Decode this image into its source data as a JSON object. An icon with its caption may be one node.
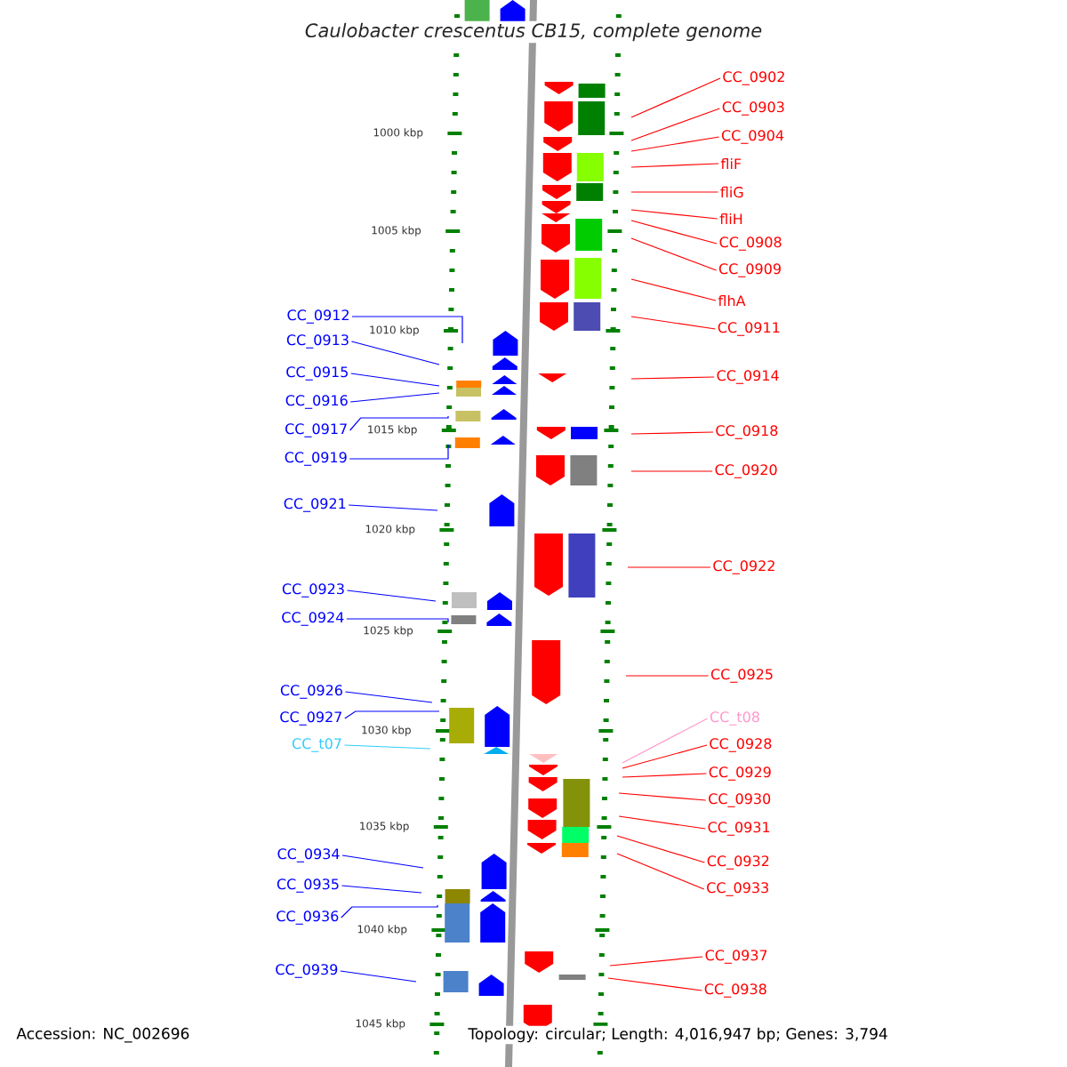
{
  "diagram": {
    "title": "Caulobacter crescentus CB15, complete genome",
    "nodes": [
      {
        "text": [
          "CC_0902"
        ]
      },
      {
        "text": [
          "CC_0903"
        ]
      },
      {
        "text": [
          "CC_0904"
        ]
      },
      {
        "text": [
          "fliF"
        ]
      },
      {
        "text": [
          "fliG"
        ]
      },
      {
        "text": [
          "fliH"
        ]
      },
      {
        "text": [
          "CC_0908"
        ]
      },
      {
        "text": [
          "CC_0909"
        ]
      },
      {
        "text": [
          "flhA"
        ]
      },
      {
        "text": [
          "CC_0911"
        ]
      },
      {
        "text": [
          "CC_0912"
        ]
      },
      {
        "text": [
          "CC_0913"
        ]
      },
      {
        "text": [
          "CC_0914"
        ]
      },
      {
        "text": [
          "CC_0915"
        ]
      },
      {
        "text": [
          "CC_0916"
        ]
      },
      {
        "text": [
          "CC_0917"
        ]
      },
      {
        "text": [
          "CC_0918"
        ]
      },
      {
        "text": [
          "CC_0919"
        ]
      },
      {
        "text": [
          "CC_0920"
        ]
      },
      {
        "text": [
          "CC_0921"
        ]
      },
      {
        "text": [
          "CC_0922"
        ]
      },
      {
        "text": [
          "CC_0923"
        ]
      },
      {
        "text": [
          "CC_0924"
        ]
      },
      {
        "text": [
          "CC_0925"
        ]
      },
      {
        "text": [
          "CC_0926"
        ]
      },
      {
        "text": [
          "CC_t08"
        ]
      },
      {
        "text": [
          "CC_0927"
        ]
      },
      {
        "text": [
          "CC_0928"
        ]
      },
      {
        "text": [
          "CC_t07"
        ]
      },
      {
        "text": [
          "CC_0929"
        ]
      },
      {
        "text": [
          "CC_0930"
        ]
      },
      {
        "text": [
          "CC_0931"
        ]
      },
      {
        "text": [
          "CC_0934"
        ]
      },
      {
        "text": [
          "CC_0932"
        ]
      },
      {
        "text": [
          "CC_0935"
        ]
      },
      {
        "text": [
          "CC_0933"
        ]
      },
      {
        "text": [
          "CC_0936"
        ]
      },
      {
        "text": [
          "CC_0937"
        ]
      },
      {
        "text": [
          "CC_0939"
        ]
      },
      {
        "text": [
          "CC_0938"
        ]
      }
    ],
    "edges": [
      {
        "from": 0,
        "to": null,
        "arrow": "none"
      },
      {
        "from": 1,
        "to": null,
        "arrow": "none"
      },
      {
        "from": 2,
        "to": null,
        "arrow": "none"
      },
      {
        "from": 3,
        "to": null,
        "arrow": "none"
      },
      {
        "from": 4,
        "to": null,
        "arrow": "none"
      },
      {
        "from": 5,
        "to": null,
        "arrow": "none"
      },
      {
        "from": 6,
        "to": null,
        "arrow": "none"
      },
      {
        "from": 7,
        "to": null,
        "arrow": "none"
      },
      {
        "from": 8,
        "to": null,
        "arrow": "none"
      },
      {
        "from": 9,
        "to": null,
        "arrow": "none"
      },
      {
        "from": 10,
        "to": null,
        "arrow": "none",
        "color": "#0000ff"
      },
      {
        "from": 11,
        "to": null,
        "arrow": "none",
        "color": "#0000ff"
      },
      {
        "from": 12,
        "to": null,
        "arrow": "none"
      },
      {
        "from": 13,
        "to": null,
        "arrow": "none",
        "color": "#0000ff"
      },
      {
        "from": 14,
        "to": null,
        "arrow": "none",
        "color": "#0000ff"
      },
      {
        "from": 15,
        "to": null,
        "arrow": "none",
        "color": "#0000ff"
      },
      {
        "from": 16,
        "to": null,
        "arrow": "none"
      },
      {
        "from": 17,
        "to": null,
        "arrow": "none",
        "color": "#0000ff"
      },
      {
        "from": 18,
        "to": null,
        "arrow": "none"
      },
      {
        "from": 19,
        "to": null,
        "arrow": "none",
        "color": "#0000ff"
      },
      {
        "from": 20,
        "to": null,
        "arrow": "none"
      },
      {
        "from": 21,
        "to": null,
        "arrow": "none",
        "color": "#0000ff"
      },
      {
        "from": 22,
        "to": null,
        "arrow": "none",
        "color": "#0000ff"
      },
      {
        "from": 23,
        "to": null,
        "arrow": "none"
      },
      {
        "from": 24,
        "to": null,
        "arrow": "none",
        "color": "#0000ff"
      },
      {
        "from": 25,
        "to": null,
        "arrow": "none",
        "color": "#ff99cc"
      },
      {
        "from": 26,
        "to": null,
        "arrow": "none",
        "color": "#0000ff"
      },
      {
        "from": 27,
        "to": null,
        "arrow": "none"
      },
      {
        "from": 28,
        "to": null,
        "arrow": "none",
        "color": "#33ccff"
      },
      {
        "from": 29,
        "to": null,
        "arrow": "none"
      },
      {
        "from": 30,
        "to": null,
        "arrow": "none"
      },
      {
        "from": 31,
        "to": null,
        "arrow": "none"
      },
      {
        "from": 32,
        "to": null,
        "arrow": "none",
        "color": "#0000ff"
      },
      {
        "from": 33,
        "to": null,
        "arrow": "none"
      },
      {
        "from": 34,
        "to": null,
        "arrow": "none",
        "color": "#0000ff"
      },
      {
        "from": 35,
        "to": null,
        "arrow": "none"
      },
      {
        "from": 36,
        "to": null,
        "arrow": "none",
        "color": "#0000ff"
      },
      {
        "from": 37,
        "to": null,
        "arrow": "none"
      },
      {
        "from": 38,
        "to": null,
        "arrow": "none",
        "color": "#0000ff"
      },
      {
        "from": 39,
        "to": null,
        "arrow": "none"
      }
    ],
    "labels": [
      "1000 kbp",
      "1005 kbp",
      "1010 kbp",
      "1015 kbp",
      "1020 kbp",
      "1025 kbp",
      "1030 kbp",
      "1035 kbp",
      "1040 kbp",
      "1045 kbp",
      "Accession: NC_002696",
      "Topology: circular; Length: 4,016,947 bp; Genes: 3,794"
    ]
  }
}
